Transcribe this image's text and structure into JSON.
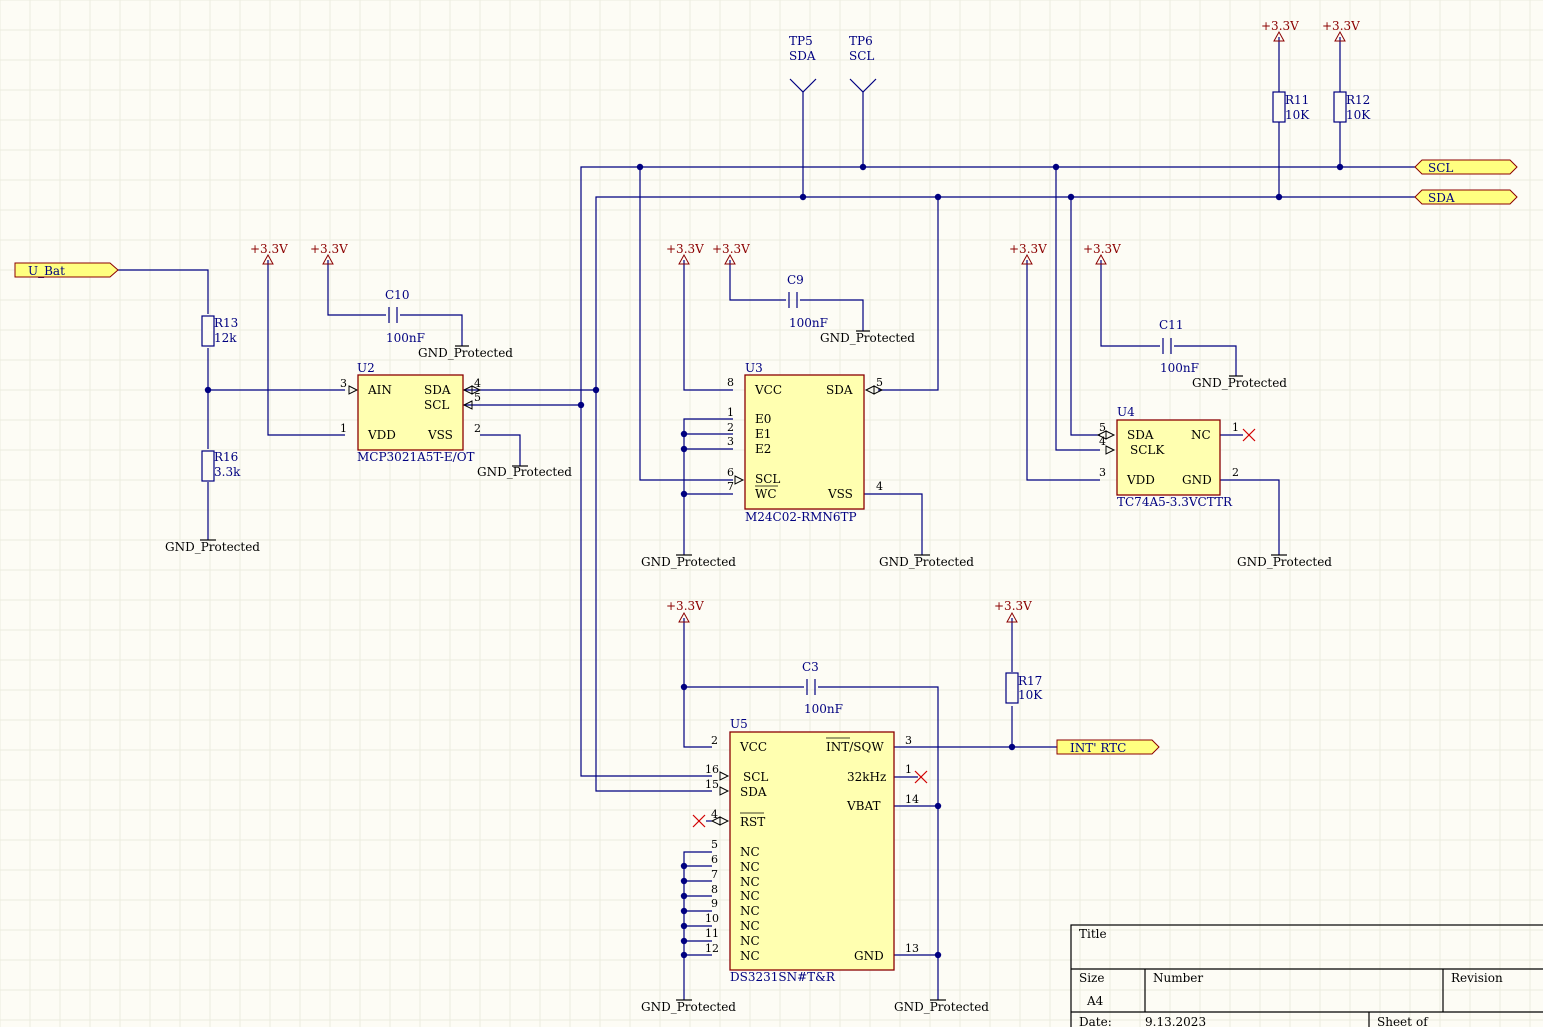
{
  "nets": {
    "u_bat": "U_Bat",
    "scl": "SCL",
    "sda": "SDA",
    "int_rtc": "INT' RTC",
    "pwr": "+3.3V",
    "gnd": "GND_Protected"
  },
  "testpoints": [
    {
      "ref": "TP5",
      "net": "SDA"
    },
    {
      "ref": "TP6",
      "net": "SCL"
    }
  ],
  "resistors": [
    {
      "ref": "R13",
      "value": "12k"
    },
    {
      "ref": "R16",
      "value": "3.3k"
    },
    {
      "ref": "R11",
      "value": "10K"
    },
    {
      "ref": "R12",
      "value": "10K"
    },
    {
      "ref": "R17",
      "value": "10K"
    }
  ],
  "capacitors": [
    {
      "ref": "C10",
      "value": "100nF"
    },
    {
      "ref": "C9",
      "value": "100nF"
    },
    {
      "ref": "C11",
      "value": "100nF"
    },
    {
      "ref": "C3",
      "value": "100nF"
    }
  ],
  "u2": {
    "ref": "U2",
    "part": "MCP3021A5T-E/OT",
    "pins": [
      {
        "num": "3",
        "name": "AIN"
      },
      {
        "num": "1",
        "name": "VDD"
      },
      {
        "num": "4",
        "name": "SDA"
      },
      {
        "num": "5",
        "name": "SCL"
      },
      {
        "num": "2",
        "name": "VSS"
      }
    ]
  },
  "u3": {
    "ref": "U3",
    "part": "M24C02-RMN6TP",
    "pins": [
      {
        "num": "8",
        "name": "VCC"
      },
      {
        "num": "1",
        "name": "E0"
      },
      {
        "num": "2",
        "name": "E1"
      },
      {
        "num": "3",
        "name": "E2"
      },
      {
        "num": "6",
        "name": "SCL"
      },
      {
        "num": "7",
        "name": "WC"
      },
      {
        "num": "5",
        "name": "SDA"
      },
      {
        "num": "4",
        "name": "VSS"
      }
    ]
  },
  "u4": {
    "ref": "U4",
    "part": "TC74A5-3.3VCTTR",
    "pins": [
      {
        "num": "5",
        "name": "SDA"
      },
      {
        "num": "4",
        "name": "SCLK"
      },
      {
        "num": "3",
        "name": "VDD"
      },
      {
        "num": "1",
        "name": "NC"
      },
      {
        "num": "2",
        "name": "GND"
      }
    ]
  },
  "u5": {
    "ref": "U5",
    "part": "DS3231SN#T&R",
    "left_pins": [
      {
        "num": "2",
        "name": "VCC"
      },
      {
        "num": "16",
        "name": "SCL"
      },
      {
        "num": "15",
        "name": "SDA"
      },
      {
        "num": "4",
        "name": "RST"
      },
      {
        "num": "5",
        "name": "NC"
      },
      {
        "num": "6",
        "name": "NC"
      },
      {
        "num": "7",
        "name": "NC"
      },
      {
        "num": "8",
        "name": "NC"
      },
      {
        "num": "9",
        "name": "NC"
      },
      {
        "num": "10",
        "name": "NC"
      },
      {
        "num": "11",
        "name": "NC"
      },
      {
        "num": "12",
        "name": "NC"
      }
    ],
    "right_pins": [
      {
        "num": "3",
        "name": "INT/SQW"
      },
      {
        "num": "1",
        "name": "32kHz"
      },
      {
        "num": "14",
        "name": "VBAT"
      },
      {
        "num": "13",
        "name": "GND"
      }
    ]
  },
  "title_block": {
    "title_label": "Title",
    "size_label": "Size",
    "size_value": "A4",
    "number_label": "Number",
    "revision_label": "Revision",
    "date_label": "Date:",
    "date_value": "9.13.2023",
    "sheet_label": "Sheet",
    "of_label": "of"
  }
}
